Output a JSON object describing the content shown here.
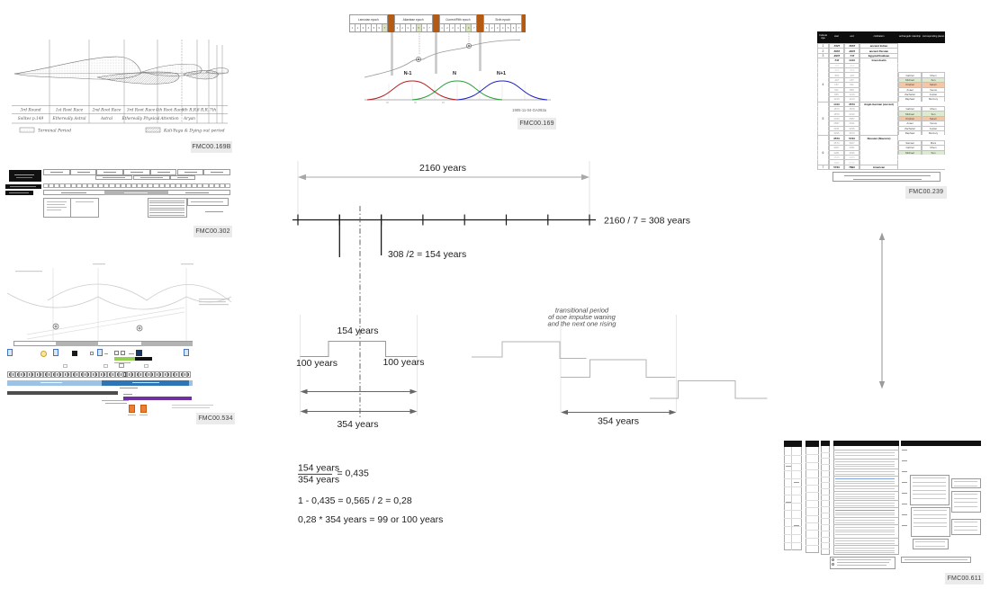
{
  "badges": {
    "fmc169b": "FMC00.169B",
    "fmc302": "FMC00.302",
    "fmc534": "FMC00.534",
    "fmc169": "FMC00.169",
    "fmc239": "FMC00.239",
    "fmc611": "FMC00.611"
  },
  "sketch169b": {
    "row1": [
      "3rd Round",
      "1st Root Race",
      "2nd Root Race",
      "3rd Root Race",
      "4th Root Race",
      "5th R.R.",
      "6 R.R.",
      "7th"
    ],
    "row2": [
      "Solites p.149",
      "Ethereally Astral",
      "Astral",
      "Ethereally Physical",
      "Attention",
      "Aryan"
    ],
    "legend1": "Terminal Period",
    "legend2": "Kali-Yuga & Dying out  period"
  },
  "epoch_diagram": {
    "epochs": [
      {
        "label": "Lemurian epoch",
        "highlight": 6
      },
      {
        "label": "Atlantean epoch",
        "highlight": 4
      },
      {
        "label": "Current/Fifth epoch",
        "highlight": 5
      },
      {
        "label": "Sixth epoch",
        "highlight": -1
      }
    ],
    "cell_numbers": [
      "1",
      "2",
      "3",
      "4",
      "5",
      "6",
      "7"
    ],
    "divider_color": "#b45a12",
    "highlight_color": "#d7e4bc",
    "curve_labels": [
      "N-1",
      "N",
      "N+1"
    ],
    "curve_colors": [
      "#b22222",
      "#2e9f3a",
      "#2222c0"
    ],
    "source": "1905-11-04-GA093a"
  },
  "timeline": {
    "span_label": "2160 years",
    "division_label": "2160 / 7 = 308 years",
    "half_label": "308 /2 = 154 years"
  },
  "pulse_left": {
    "plateau_label": "154 years",
    "left_label": "100 years",
    "right_label": "100 years",
    "total_label": "354 years"
  },
  "pulse_right": {
    "note_lines": [
      "transitional period",
      "of one impulse waning",
      "and the next one rising"
    ],
    "total_label": "354 years"
  },
  "calculations": {
    "frac_top": "154 years",
    "frac_bottom": "354 years",
    "frac_result": "= 0,435",
    "line2": "1 - 0,435 = 0,565 / 2 = 0,28",
    "line3": "0,28 * 354 years = 99 or 100 years"
  },
  "rulership_table": {
    "headers": [
      "Cultural Age",
      "start",
      "end",
      "civilization",
      "archangelic rulership",
      "corresponding planet"
    ],
    "highlight_colors": {
      "green": "#dcead0",
      "orange": "#f3c6a5"
    },
    "rows": [
      {
        "a": "1",
        "s": "-7227",
        "e": "-5067",
        "c": "ancient Indian",
        "t": "top"
      },
      {
        "a": "2",
        "s": "-5067",
        "e": "-2907",
        "c": "ancient Persian",
        "t": "top"
      },
      {
        "a": "3",
        "s": "-2907",
        "e": "-747",
        "c": "Egypto/Chaldean",
        "t": "top"
      },
      {
        "s": "-747",
        "e": "1413",
        "c": "Greco/Latin",
        "t": "bold"
      },
      {
        "s": "-747",
        "e": "-601",
        "t": "blank"
      },
      {
        "s": "-601",
        "e": "-550",
        "t": "blank"
      },
      {
        "s": "-550",
        "e": "-197",
        "an": "Gabriel",
        "p": "Moon",
        "t": "sub"
      },
      {
        "s": "-197",
        "e": "157",
        "an": "Michael",
        "p": "Sun",
        "t": "sub",
        "hl": "g"
      },
      {
        "a": "4",
        "s": "157",
        "e": "511",
        "an": "Oriphiel",
        "p": "Saturn",
        "t": "sub",
        "hl": "o"
      },
      {
        "s": "511",
        "e": "865",
        "an": "Anael",
        "p": "Venus",
        "t": "sub"
      },
      {
        "s": "865",
        "e": "1219",
        "an": "Zachariel",
        "p": "Jupiter",
        "t": "sub"
      },
      {
        "s": "1219",
        "e": "1413",
        "an": "Raphael",
        "p": "Mercury",
        "t": "sub"
      },
      {
        "s": "1413",
        "e": "3573",
        "c": "Anglo-German (current)",
        "t": "bold"
      },
      {
        "s": "1573",
        "e": "1879",
        "an": "Gabriel",
        "p": "Moon",
        "t": "sub"
      },
      {
        "s": "1879",
        "e": "2233",
        "an": "Michael",
        "p": "Sun",
        "t": "sub",
        "hl": "g"
      },
      {
        "a": "5",
        "s": "2233",
        "e": "2587",
        "an": "Oriphiel",
        "p": "Saturn",
        "t": "sub",
        "hl": "o"
      },
      {
        "s": "2587",
        "e": "2941",
        "an": "Anael",
        "p": "Venus",
        "t": "sub"
      },
      {
        "s": "2941",
        "e": "3295",
        "an": "Zachariel",
        "p": "Jupiter",
        "t": "sub"
      },
      {
        "s": "3295",
        "e": "3573",
        "an": "Raphael",
        "p": "Mercury",
        "t": "sub"
      },
      {
        "s": "3573",
        "e": "5733",
        "c": "Russian (Slavonic)",
        "t": "bold"
      },
      {
        "s": "3573",
        "e": "3927",
        "an": "Samael",
        "p": "Mars",
        "t": "sub"
      },
      {
        "s": "3927",
        "e": "4281",
        "an": "Gabriel",
        "p": "Moon",
        "t": "sub"
      },
      {
        "a": "6",
        "s": "4281",
        "e": "4635",
        "an": "Michael",
        "p": "Sun",
        "t": "sub",
        "hl": "g"
      },
      {
        "s": "4635",
        "e": "4989",
        "t": "blank"
      },
      {
        "s": "4989",
        "e": "5733",
        "t": "blank"
      },
      {
        "a": "7",
        "s": "5733",
        "e": "7893",
        "c": "American",
        "t": "top"
      }
    ]
  },
  "colors534": {
    "light_blue": "#9cc2e5",
    "dark_blue": "#2e75b6",
    "dark_gray": "#4d4d4d",
    "purple": "#7030a0",
    "green": "#92d050",
    "black": "#1a1a1a",
    "orange": "#ed7d31",
    "yellow": "#ffe699"
  }
}
